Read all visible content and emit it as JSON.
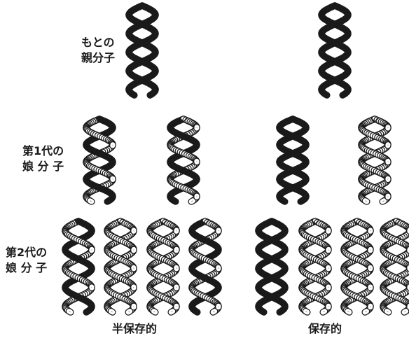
{
  "rows": {
    "parent": {
      "line1": "もとの",
      "line2": "親分子"
    },
    "gen1": {
      "line1": "第1代の",
      "line2": "娘 分 子"
    },
    "gen2": {
      "line1": "第2代の",
      "line2": "娘 分 子"
    }
  },
  "models": {
    "semi_conservative": "半保存的",
    "conservative": "保存的"
  },
  "colors": {
    "old_strand": "#1a1a1a",
    "new_strand": "#ffffff",
    "ink": "#1a1a1a"
  }
}
